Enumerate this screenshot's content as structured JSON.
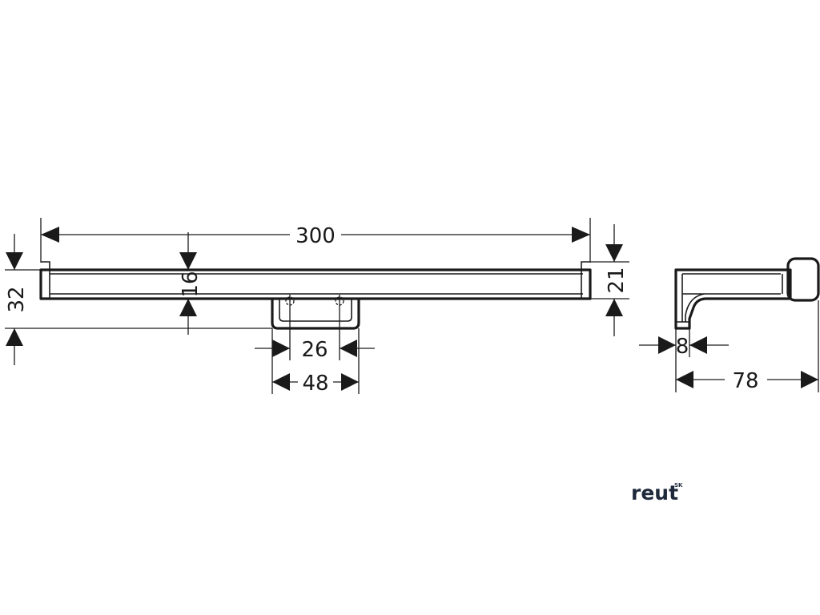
{
  "dimensions": {
    "overall_length": "300",
    "rail_depth": "16",
    "overall_height": "32",
    "end_cap_height": "21",
    "mount_hole_spacing": "26",
    "mount_width": "48",
    "wall_thickness": "8",
    "projection": "78"
  },
  "brand": {
    "logo": "reut",
    "logo_suffix": "SK",
    "color": "#1e2a3c"
  }
}
